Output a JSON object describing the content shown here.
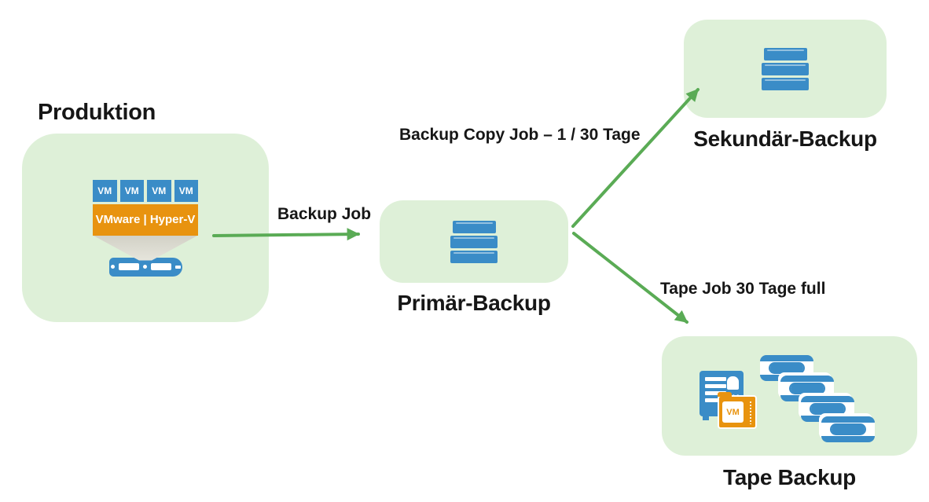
{
  "nodes": {
    "produktion": {
      "title": "Produktion",
      "vm_labels": [
        "VM",
        "VM",
        "VM",
        "VM"
      ],
      "platform_label": "VMware | Hyper-V"
    },
    "primaer_backup": {
      "label": "Primär-Backup"
    },
    "sekundaer_backup": {
      "label": "Sekundär-Backup"
    },
    "tape_backup": {
      "label": "Tape Backup",
      "folder_label": "VM"
    }
  },
  "edges": {
    "backup_job": {
      "label": "Backup Job"
    },
    "backup_copy_job": {
      "label": "Backup Copy Job – 1 / 30 Tage"
    },
    "tape_job": {
      "label": "Tape Job 30 Tage full"
    }
  },
  "icons": {
    "produktion": "hypervisor-host-icon",
    "primaer_backup": "disk-stack-icon",
    "sekundaer_backup": "disk-stack-icon",
    "tape_backup": "tape-library-and-cassettes-icon"
  },
  "colors": {
    "node_background": "#def0d8",
    "arrow_green": "#5aab55",
    "icon_blue": "#3a8cc7",
    "icon_orange": "#e8930f",
    "text": "#1a1a1a",
    "page_background": "#ffffff"
  }
}
